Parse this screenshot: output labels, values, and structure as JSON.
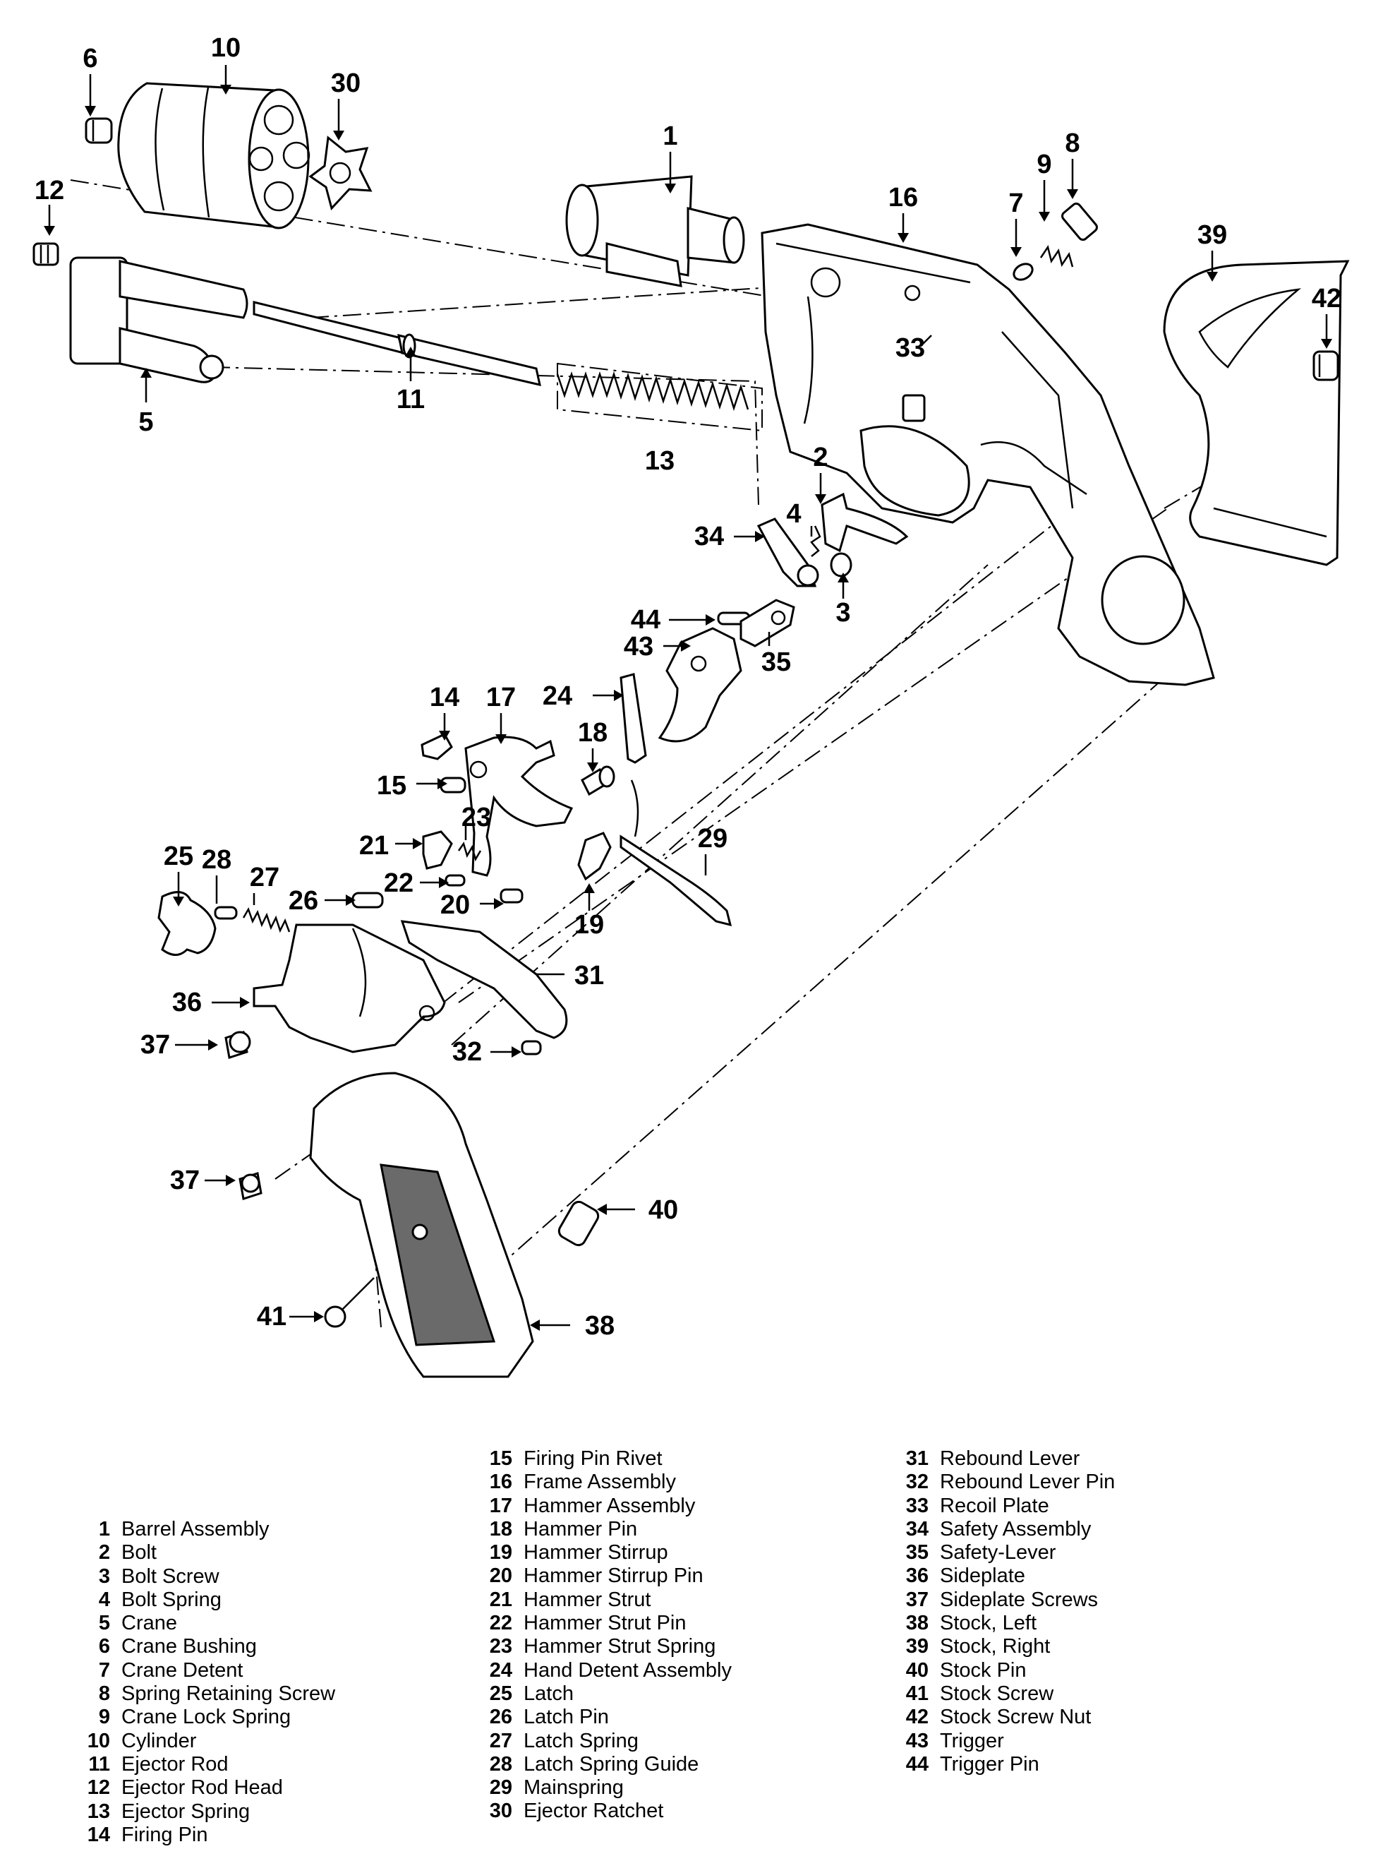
{
  "callouts": [
    {
      "id": "c1",
      "text": "1"
    },
    {
      "id": "c2",
      "text": "2"
    },
    {
      "id": "c3",
      "text": "3"
    },
    {
      "id": "c4",
      "text": "4"
    },
    {
      "id": "c5",
      "text": "5"
    },
    {
      "id": "c6",
      "text": "6"
    },
    {
      "id": "c7",
      "text": "7"
    },
    {
      "id": "c8",
      "text": "8"
    },
    {
      "id": "c9",
      "text": "9"
    },
    {
      "id": "c10",
      "text": "10"
    },
    {
      "id": "c11",
      "text": "11"
    },
    {
      "id": "c12",
      "text": "12"
    },
    {
      "id": "c13",
      "text": "13"
    },
    {
      "id": "c14",
      "text": "14"
    },
    {
      "id": "c15",
      "text": "15"
    },
    {
      "id": "c16",
      "text": "16"
    },
    {
      "id": "c17",
      "text": "17"
    },
    {
      "id": "c18",
      "text": "18"
    },
    {
      "id": "c19",
      "text": "19"
    },
    {
      "id": "c20",
      "text": "20"
    },
    {
      "id": "c21",
      "text": "21"
    },
    {
      "id": "c22",
      "text": "22"
    },
    {
      "id": "c23",
      "text": "23"
    },
    {
      "id": "c24",
      "text": "24"
    },
    {
      "id": "c25",
      "text": "25"
    },
    {
      "id": "c26",
      "text": "26"
    },
    {
      "id": "c27",
      "text": "27"
    },
    {
      "id": "c28",
      "text": "28"
    },
    {
      "id": "c29",
      "text": "29"
    },
    {
      "id": "c30",
      "text": "30"
    },
    {
      "id": "c31",
      "text": "31"
    },
    {
      "id": "c32",
      "text": "32"
    },
    {
      "id": "c33",
      "text": "33"
    },
    {
      "id": "c34",
      "text": "34"
    },
    {
      "id": "c35",
      "text": "35"
    },
    {
      "id": "c36",
      "text": "36"
    },
    {
      "id": "c37a",
      "text": "37"
    },
    {
      "id": "c37b",
      "text": "37"
    },
    {
      "id": "c38",
      "text": "38"
    },
    {
      "id": "c39",
      "text": "39"
    },
    {
      "id": "c40",
      "text": "40"
    },
    {
      "id": "c41",
      "text": "41"
    },
    {
      "id": "c42",
      "text": "42"
    },
    {
      "id": "c43",
      "text": "43"
    },
    {
      "id": "c44",
      "text": "44"
    }
  ],
  "legend": [
    [
      {
        "num": "1",
        "name": "Barrel Assembly"
      },
      {
        "num": "2",
        "name": "Bolt"
      },
      {
        "num": "3",
        "name": "Bolt Screw"
      },
      {
        "num": "4",
        "name": "Bolt Spring"
      },
      {
        "num": "5",
        "name": "Crane"
      },
      {
        "num": "6",
        "name": "Crane Bushing"
      },
      {
        "num": "7",
        "name": "Crane Detent"
      },
      {
        "num": "8",
        "name": "Spring Retaining Screw"
      },
      {
        "num": "9",
        "name": "Crane Lock Spring"
      },
      {
        "num": "10",
        "name": "Cylinder"
      },
      {
        "num": "11",
        "name": "Ejector Rod"
      },
      {
        "num": "12",
        "name": "Ejector Rod Head"
      },
      {
        "num": "13",
        "name": "Ejector Spring"
      },
      {
        "num": "14",
        "name": "Firing Pin"
      }
    ],
    [
      {
        "num": "15",
        "name": "Firing Pin Rivet"
      },
      {
        "num": "16",
        "name": "Frame Assembly"
      },
      {
        "num": "17",
        "name": "Hammer Assembly"
      },
      {
        "num": "18",
        "name": "Hammer Pin"
      },
      {
        "num": "19",
        "name": "Hammer Stirrup"
      },
      {
        "num": "20",
        "name": "Hammer Stirrup Pin"
      },
      {
        "num": "21",
        "name": "Hammer Strut"
      },
      {
        "num": "22",
        "name": "Hammer Strut Pin"
      },
      {
        "num": "23",
        "name": "Hammer Strut Spring"
      },
      {
        "num": "24",
        "name": "Hand Detent Assembly"
      },
      {
        "num": "25",
        "name": "Latch"
      },
      {
        "num": "26",
        "name": "Latch Pin"
      },
      {
        "num": "27",
        "name": "Latch Spring"
      },
      {
        "num": "28",
        "name": "Latch Spring Guide"
      },
      {
        "num": "29",
        "name": "Mainspring"
      },
      {
        "num": "30",
        "name": "Ejector Ratchet"
      }
    ],
    [
      {
        "num": "31",
        "name": "Rebound Lever"
      },
      {
        "num": "32",
        "name": "Rebound Lever Pin"
      },
      {
        "num": "33",
        "name": "Recoil Plate"
      },
      {
        "num": "34",
        "name": "Safety Assembly"
      },
      {
        "num": "35",
        "name": "Safety-Lever"
      },
      {
        "num": "36",
        "name": "Sideplate"
      },
      {
        "num": "37",
        "name": "Sideplate Screws"
      },
      {
        "num": "38",
        "name": "Stock, Left"
      },
      {
        "num": "39",
        "name": "Stock, Right"
      },
      {
        "num": "40",
        "name": "Stock Pin"
      },
      {
        "num": "41",
        "name": "Stock Screw"
      },
      {
        "num": "42",
        "name": "Stock Screw Nut"
      },
      {
        "num": "43",
        "name": "Trigger"
      },
      {
        "num": "44",
        "name": "Trigger Pin"
      }
    ]
  ]
}
